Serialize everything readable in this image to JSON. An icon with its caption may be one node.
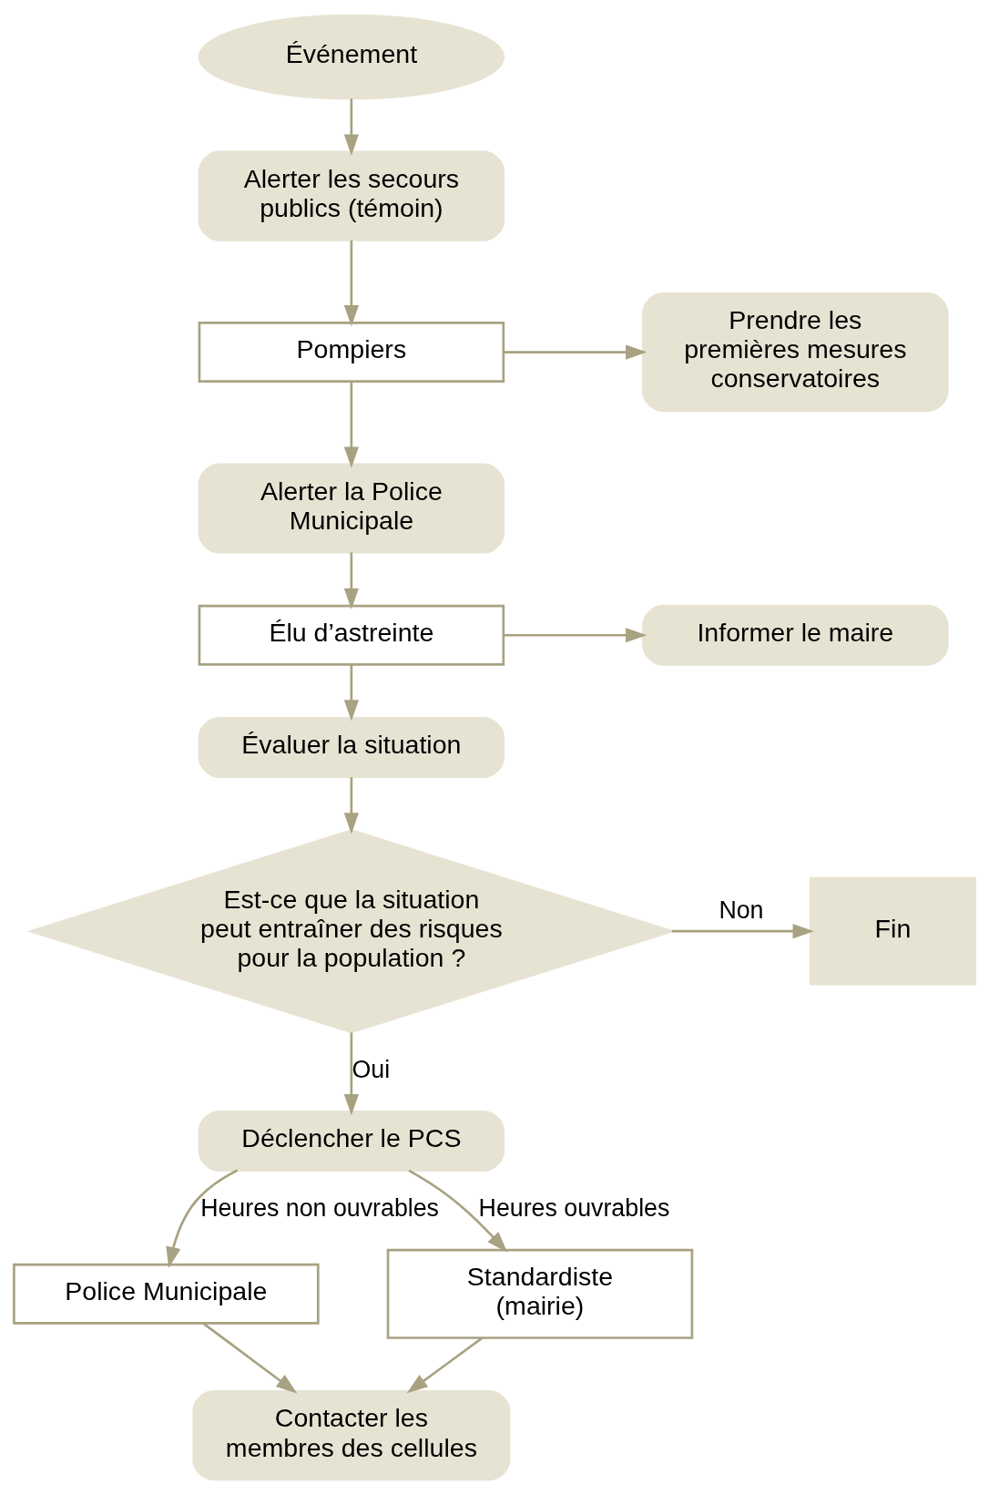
{
  "diagram": {
    "nodes": [
      {
        "text": [
          "Événement"
        ]
      },
      {
        "text": [
          "Alerter les secours publics (témoin)"
        ]
      },
      {
        "text": [
          "Pompiers"
        ]
      },
      {
        "text": [
          "Prendre les premières mesures conservatoires"
        ]
      },
      {
        "text": [
          "Alerter la Police Municipale"
        ]
      },
      {
        "text": [
          "Élu d’astreinte"
        ]
      },
      {
        "text": [
          "Informer le maire"
        ]
      },
      {
        "text": [
          "Évaluer la situation"
        ]
      },
      {
        "text": [
          "Est-ce que la situation peut entraîner des risques pour la population ?"
        ]
      },
      {
        "text": [
          "Fin"
        ]
      },
      {
        "text": [
          "Déclencher le PCS"
        ]
      },
      {
        "text": [
          "Police Municipale"
        ]
      },
      {
        "text": [
          "Standardiste (mairie)"
        ]
      },
      {
        "text": [
          "Contacter les membres des cellules"
        ]
      }
    ],
    "edges": [
      {
        "from": 0,
        "to": 1,
        "arrow": "to"
      },
      {
        "from": 1,
        "to": 2,
        "arrow": "to"
      },
      {
        "from": 2,
        "to": 3,
        "arrow": "to"
      },
      {
        "from": 2,
        "to": 4,
        "arrow": "to"
      },
      {
        "from": 4,
        "to": 5,
        "arrow": "to"
      },
      {
        "from": 5,
        "to": 6,
        "arrow": "to"
      },
      {
        "from": 5,
        "to": 7,
        "arrow": "to"
      },
      {
        "from": 7,
        "to": 8,
        "arrow": "to"
      },
      {
        "from": 8,
        "to": 9,
        "arrow": "to",
        "label": "Non"
      },
      {
        "from": 8,
        "to": 10,
        "arrow": "to",
        "label": "Oui"
      },
      {
        "from": 10,
        "to": 11,
        "arrow": "to",
        "label": "Heures non ouvrables"
      },
      {
        "from": 10,
        "to": 12,
        "arrow": "to",
        "label": "Heures ouvrables"
      },
      {
        "from": 11,
        "to": 13,
        "arrow": "to"
      },
      {
        "from": 12,
        "to": 13,
        "arrow": "to"
      }
    ]
  }
}
